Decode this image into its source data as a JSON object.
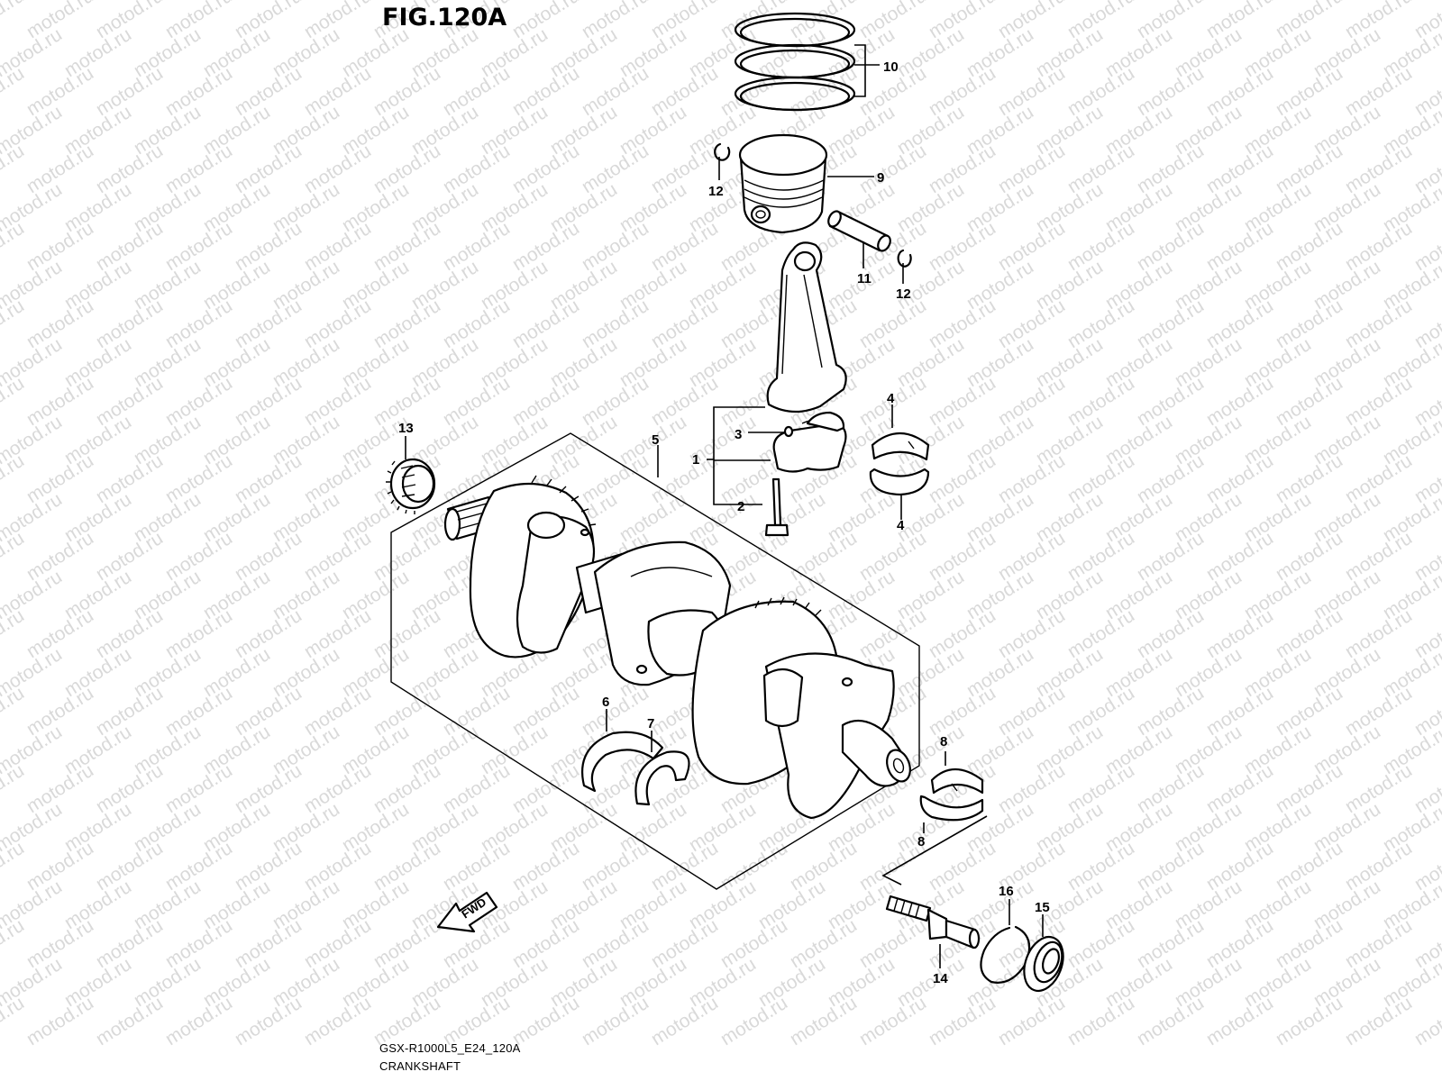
{
  "figure": {
    "title": "FIG.120A",
    "model_code": "GSX-R1000L5_E24_120A",
    "diagram_name": "CRANKSHAFT"
  },
  "watermark": {
    "text": "motod.ru"
  },
  "fwd_label": "FWD",
  "callouts": {
    "c1": "1",
    "c2": "2",
    "c3": "3",
    "c4a": "4",
    "c4b": "4",
    "c5": "5",
    "c6": "6",
    "c7": "7",
    "c8a": "8",
    "c8b": "8",
    "c9": "9",
    "c10": "10",
    "c11": "11",
    "c12a": "12",
    "c12b": "12",
    "c13": "13",
    "c14": "14",
    "c15": "15",
    "c16": "16"
  },
  "colors": {
    "ink": "#000000",
    "background": "#ffffff",
    "watermark": "#d9d9d9"
  }
}
